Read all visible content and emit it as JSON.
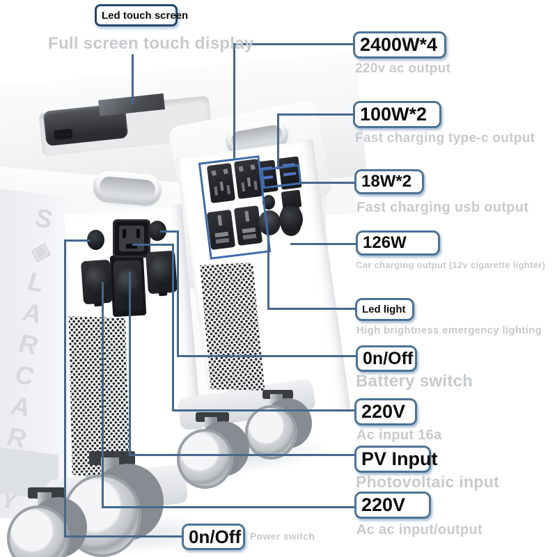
{
  "header": {
    "badge": "Led touch screen",
    "subtitle": "Full screen touch display"
  },
  "callouts": [
    {
      "badge": "2400W*4",
      "subtitle": "220v ac output"
    },
    {
      "badge": "100W*2",
      "subtitle": "Fast charging type-c output"
    },
    {
      "badge": "18W*2",
      "subtitle": "Fast charging usb output"
    },
    {
      "badge": "126W",
      "subtitle": "Car charging output (12v cigarette lighter)"
    },
    {
      "badge": "Led light",
      "subtitle": "High brightness emergency lighting"
    },
    {
      "badge": "0n/Off",
      "subtitle": "Battery switch"
    },
    {
      "badge": "220V",
      "subtitle": "Ac input 16a"
    },
    {
      "badge": "PV Input",
      "subtitle": "Photovoltaic input"
    },
    {
      "badge": "220V",
      "subtitle": "Ac ac input/output"
    }
  ],
  "footer": {
    "badge": "0n/Off",
    "subtitle": "Power switch"
  },
  "brand": {
    "vertical_text": "S◈LARCARRY"
  },
  "colors": {
    "callout_line": "#45688d",
    "badge_border": "#4c7396",
    "badge_border_dark": "#24476d",
    "subtitle_text": "#c7cacd",
    "panel_highlight": "#3f6cae"
  }
}
